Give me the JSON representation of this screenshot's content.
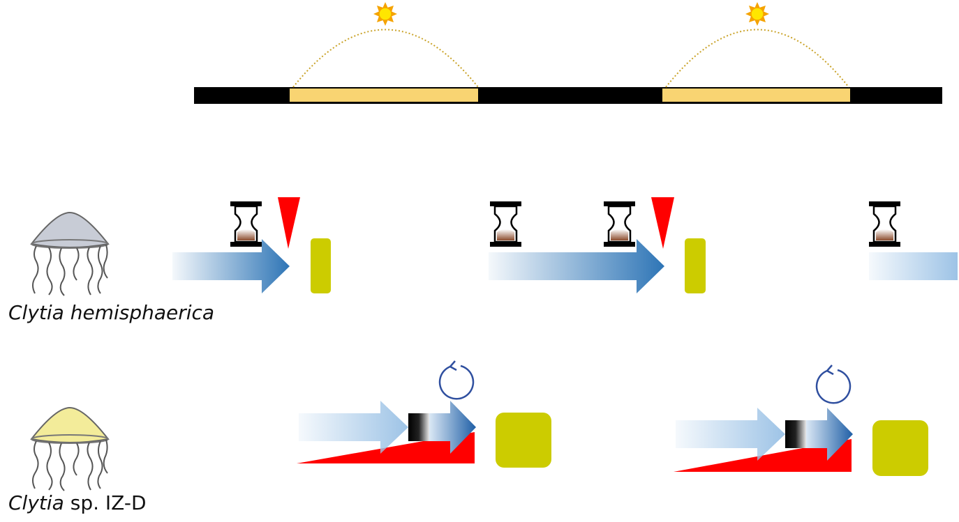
{
  "species": [
    {
      "name_italic": "Clytia hemisphaerica",
      "name_suffix": ""
    },
    {
      "name_italic": "Clytia",
      "name_suffix": " sp. IZ-D"
    }
  ],
  "colors": {
    "night": "#000000",
    "day": "#f9d472",
    "arrow_blue": "#2e75b6",
    "spawn": "#cccc00",
    "trigger_red": "#ff0000",
    "loop": "#2f4f9f"
  },
  "icons": [
    "sun-icon",
    "hourglass-icon",
    "jellyfish-icon",
    "cycle-arrow-icon"
  ]
}
